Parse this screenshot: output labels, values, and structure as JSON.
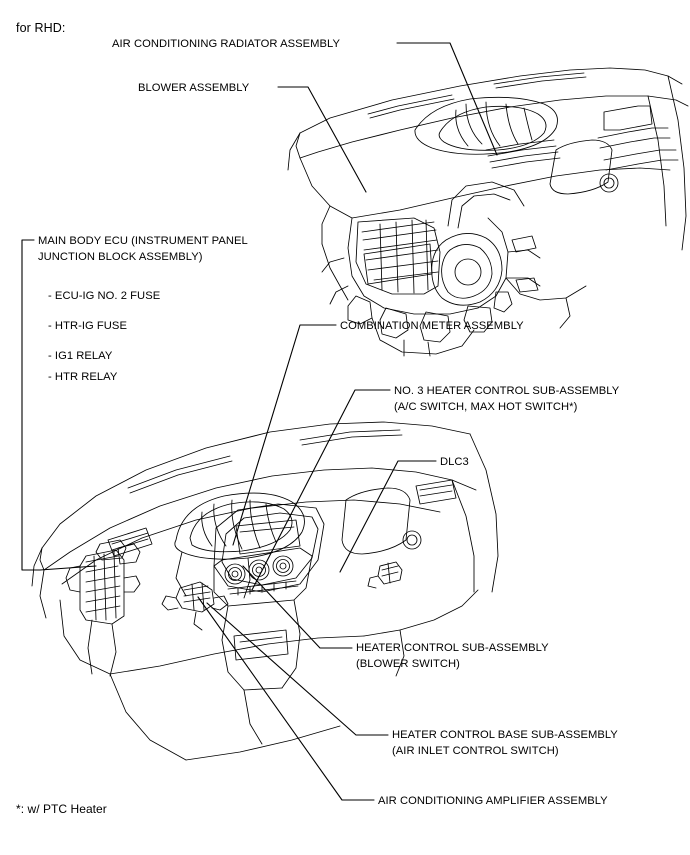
{
  "document": {
    "intro_text": "for RHD:",
    "footnote": "*: w/ PTC Heater"
  },
  "labels": {
    "air_conditioning_radiator_assembly": "AIR CONDITIONING RADIATOR ASSEMBLY",
    "blower_assembly": "BLOWER ASSEMBLY",
    "main_body_ecu_line1": "MAIN BODY ECU (INSTRUMENT PANEL",
    "main_body_ecu_line2": "JUNCTION BLOCK ASSEMBLY)",
    "main_body_ecu_items": [
      "- ECU-IG NO. 2 FUSE",
      "- HTR-IG FUSE",
      "- IG1 RELAY",
      "- HTR RELAY"
    ],
    "combination_meter_assembly": "COMBINATION METER ASSEMBLY",
    "no3_heater_control_line1": "NO. 3 HEATER CONTROL SUB-ASSEMBLY",
    "no3_heater_control_line2": "(A/C SWITCH, MAX HOT SWITCH*)",
    "dlc3": "DLC3",
    "heater_control_sub_line1": "HEATER CONTROL SUB-ASSEMBLY",
    "heater_control_sub_line2": "(BLOWER SWITCH)",
    "heater_control_base_line1": "HEATER CONTROL BASE SUB-ASSEMBLY",
    "heater_control_base_line2": "(AIR INLET CONTROL SWITCH)",
    "air_conditioning_amplifier_assembly": "AIR CONDITIONING AMPLIFIER ASSEMBLY"
  },
  "figures": {
    "upper": {
      "caption": "Upper instrument panel cutaway showing air conditioning radiator and blower assemblies"
    },
    "lower": {
      "caption": "Lower right-hand-drive instrument panel showing main body ECU, combination meter, heater control and DLC3"
    }
  },
  "colors": {
    "line": "#000000",
    "background": "#ffffff",
    "detail_line": "#1a1a1a"
  }
}
